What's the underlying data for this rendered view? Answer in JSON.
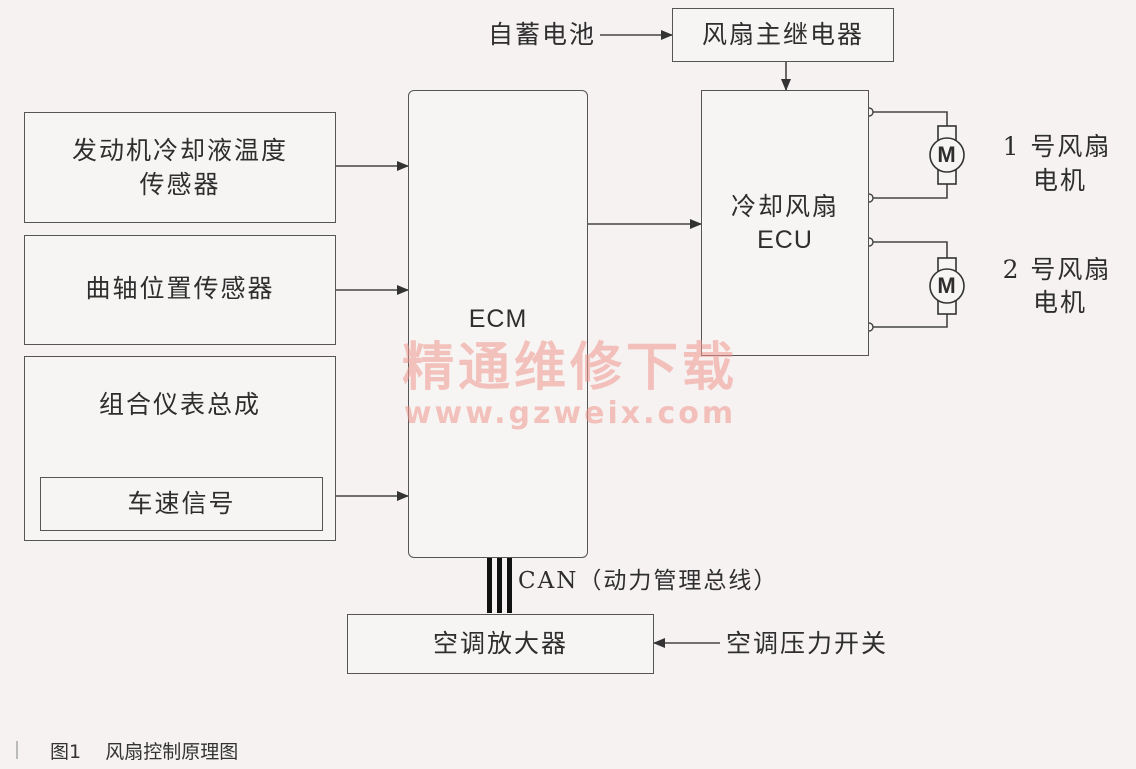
{
  "blocks": {
    "coolant_sensor": "发动机冷却液温度\n传感器",
    "crank_sensor": "曲轴位置传感器",
    "cluster": "组合仪表总成",
    "speed_signal": "车速信号",
    "ecm": "ECM",
    "fan_relay": "风扇主继电器",
    "battery": "自蓄电池",
    "fan_ecu_line1": "冷却风扇",
    "fan_ecu_line2": "ECU",
    "fan1_line1": "1 号风扇",
    "fan1_line2": "电机",
    "fan2_line1": "2 号风扇",
    "fan2_line2": "电机",
    "can_bus": "CAN（动力管理总线）",
    "ac_amplifier": "空调放大器",
    "ac_pressure_switch": "空调压力开关",
    "motor_symbol": "M"
  },
  "watermark": {
    "title": "精通维修下载",
    "url": "www.gzweix.com"
  },
  "caption": {
    "figure_no": "图1",
    "title": "风扇控制原理图"
  }
}
